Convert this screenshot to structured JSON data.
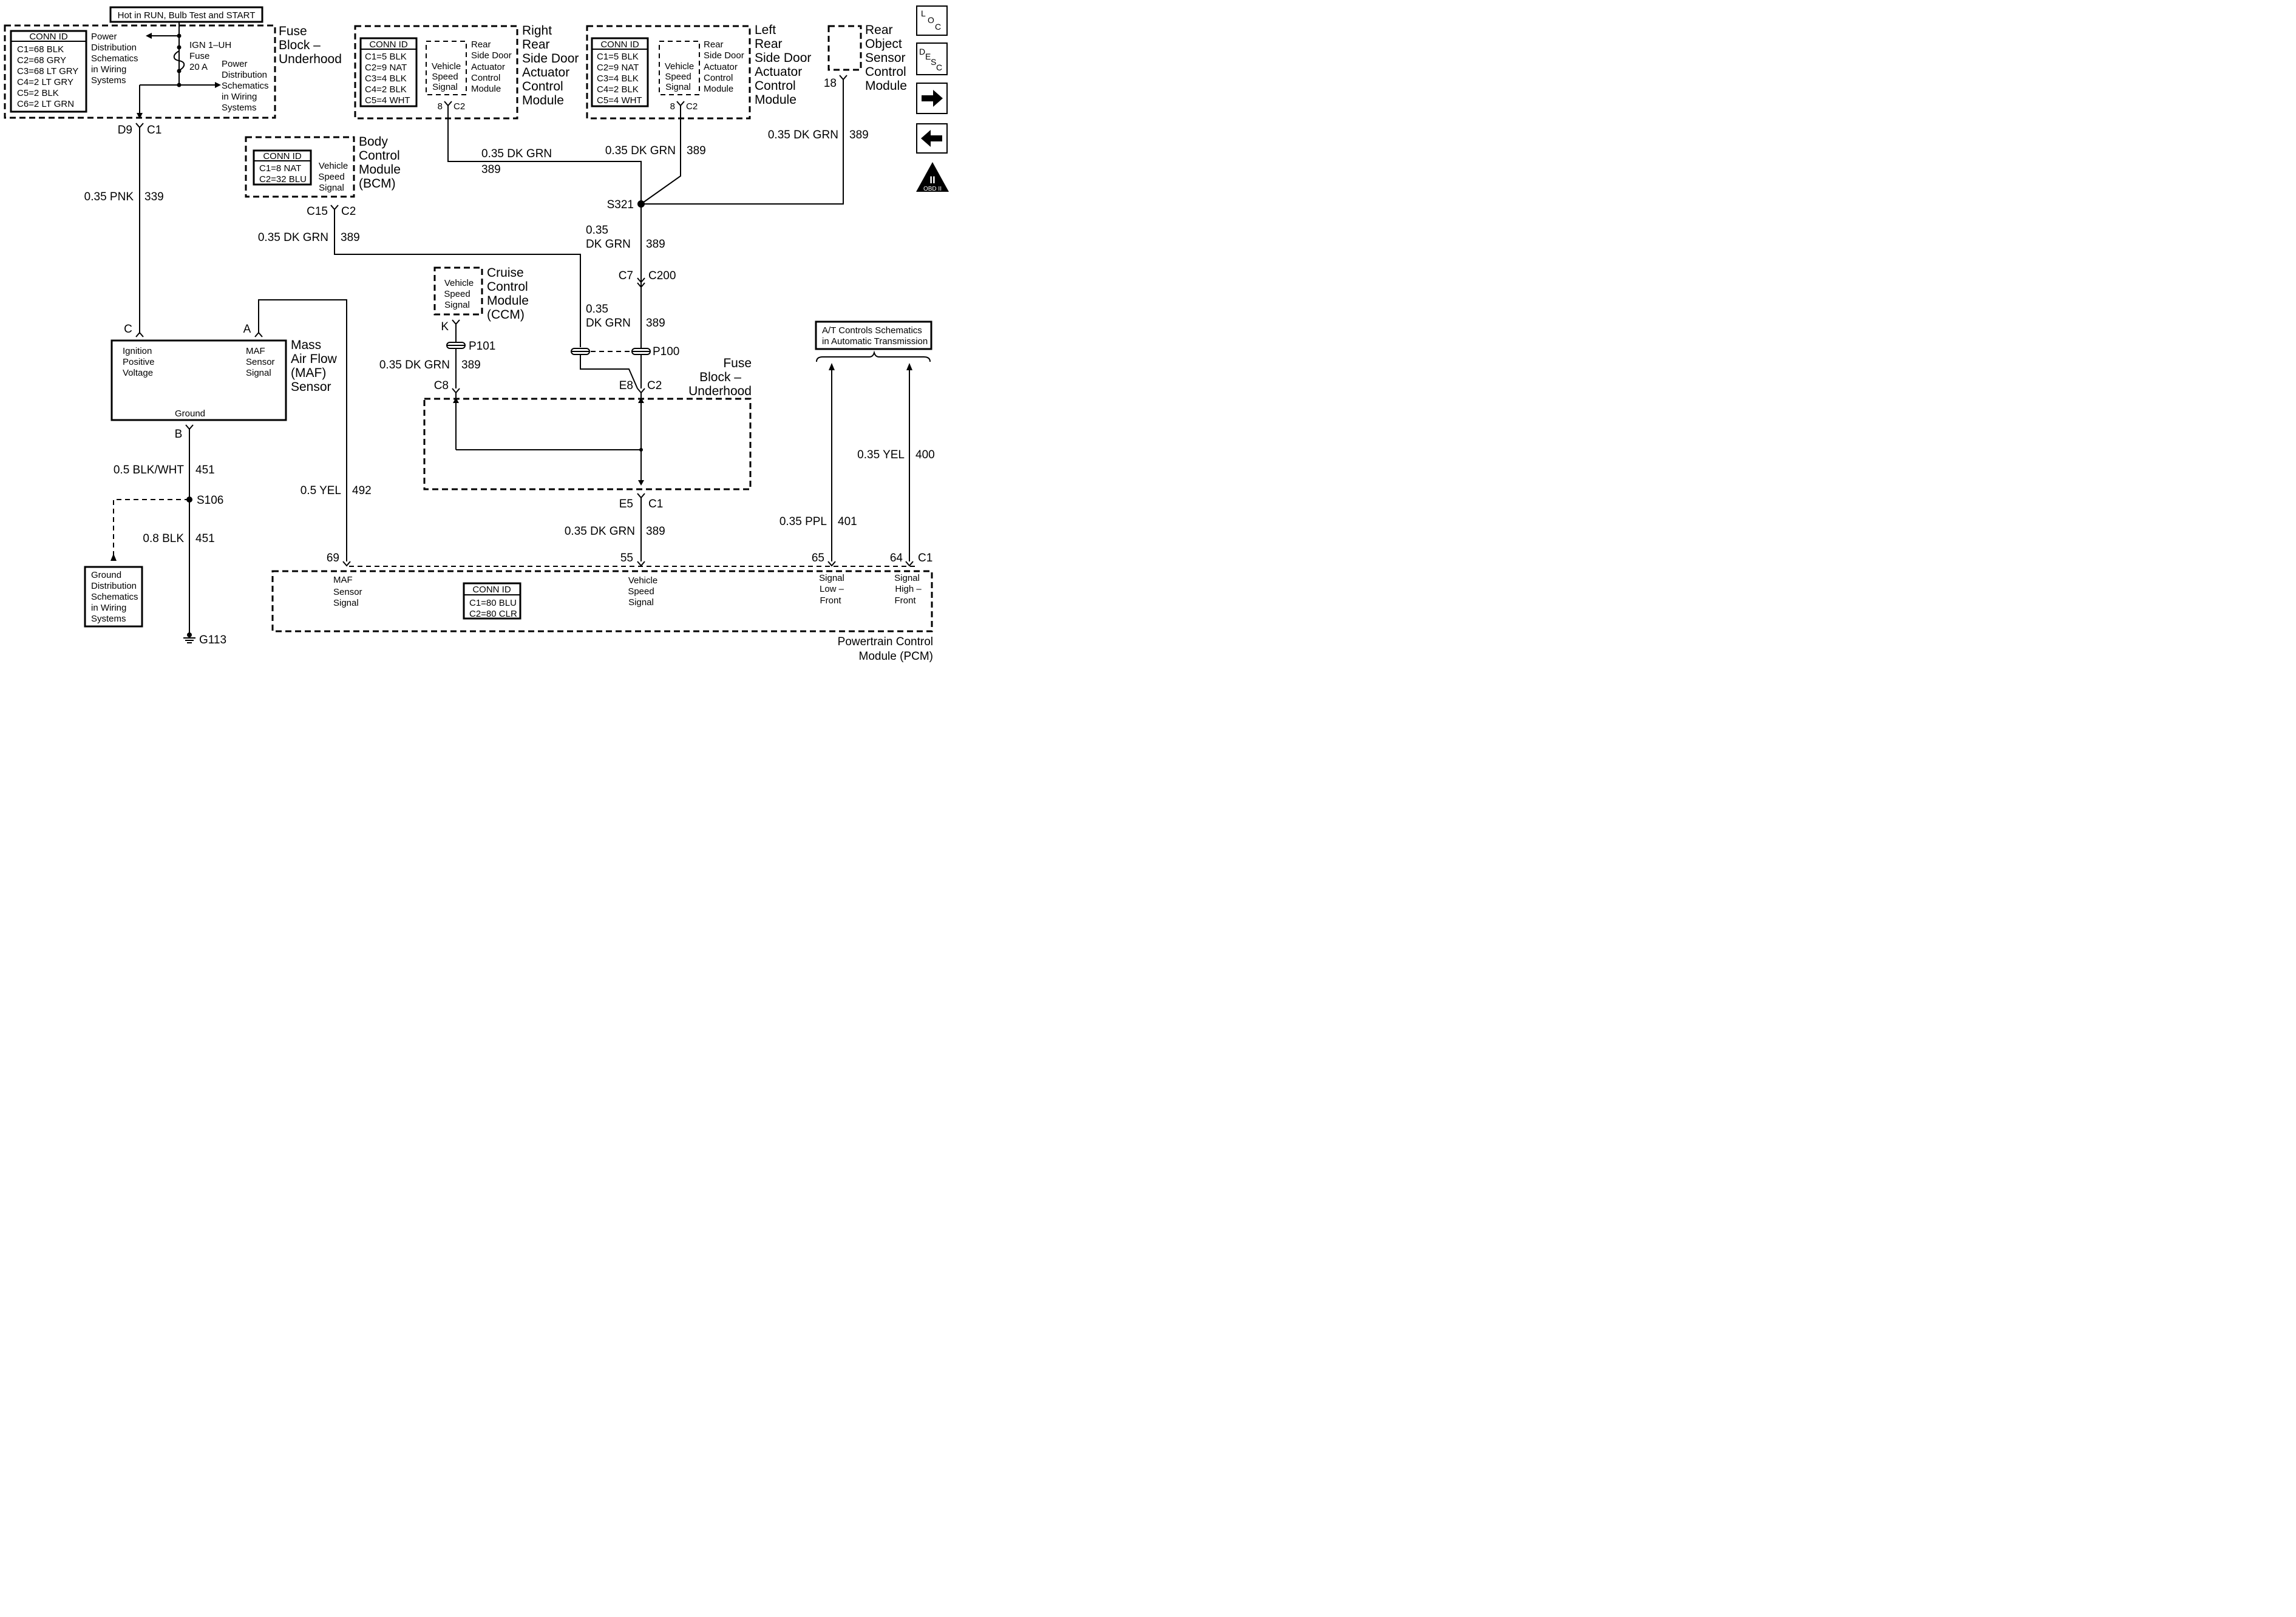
{
  "header": {
    "hot_label": "Hot in RUN, Bulb Test and START"
  },
  "fuse_block_top": {
    "title_1": "Fuse",
    "title_2": "Block –",
    "title_3": "Underhood",
    "conn_header": "CONN ID",
    "conns": [
      "C1=68 BLK",
      "C2=68 GRY",
      "C3=68 LT GRY",
      "C4=2 LT GRY",
      "C5=2 BLK",
      "C6=2 LT GRN"
    ],
    "pd_ref_1": [
      "Power",
      "Distribution",
      "Schematics",
      "in Wiring",
      "Systems"
    ],
    "pd_ref_2": [
      "Power",
      "Distribution",
      "Schematics",
      "in Wiring",
      "Systems"
    ],
    "fuse_label": [
      "IGN 1–UH",
      "Fuse",
      "20 A"
    ],
    "out_pin": "D9",
    "out_conn": "C1"
  },
  "bcm": {
    "title": [
      "Body",
      "Control",
      "Module",
      "(BCM)"
    ],
    "conn_header": "CONN ID",
    "conns": [
      "C1=8 NAT",
      "C2=32 BLU"
    ],
    "signal": [
      "Vehicle",
      "Speed",
      "Signal"
    ],
    "pin": "C15",
    "conn": "C2"
  },
  "right_door": {
    "title": [
      "Right",
      "Rear",
      "Side Door",
      "Actuator",
      "Control",
      "Module"
    ],
    "conn_header": "CONN ID",
    "conns": [
      "C1=5 BLK",
      "C2=9 NAT",
      "C3=4 BLK",
      "C4=2 BLK",
      "C5=4 WHT"
    ],
    "signal": [
      "Vehicle",
      "Speed",
      "Signal"
    ],
    "module_ref": [
      "Rear",
      "Side Door",
      "Actuator",
      "Control",
      "Module"
    ],
    "pin": "8",
    "conn": "C2"
  },
  "left_door": {
    "title": [
      "Left",
      "Rear",
      "Side Door",
      "Actuator",
      "Control",
      "Module"
    ],
    "conn_header": "CONN ID",
    "conns": [
      "C1=5 BLK",
      "C2=9 NAT",
      "C3=4 BLK",
      "C4=2 BLK",
      "C5=4 WHT"
    ],
    "signal": [
      "Vehicle",
      "Speed",
      "Signal"
    ],
    "module_ref": [
      "Rear",
      "Side Door",
      "Actuator",
      "Control",
      "Module"
    ],
    "pin": "8",
    "conn": "C2"
  },
  "rear_object": {
    "title": [
      "Rear",
      "Object",
      "Sensor",
      "Control",
      "Module"
    ],
    "pin": "18"
  },
  "ccm": {
    "title": [
      "Cruise",
      "Control",
      "Module",
      "(CCM)"
    ],
    "signal": [
      "Vehicle",
      "Speed",
      "Signal"
    ],
    "pin": "K"
  },
  "maf": {
    "title": [
      "Mass",
      "Air Flow",
      "(MAF)",
      "Sensor"
    ],
    "pin_c": "C",
    "pin_a": "A",
    "pin_b": "B",
    "ign_label": [
      "Ignition",
      "Positive",
      "Voltage"
    ],
    "sig_label": [
      "MAF",
      "Sensor",
      "Signal"
    ],
    "ground_label": "Ground"
  },
  "fuse_block_mid": {
    "title": [
      "Fuse",
      "Block –",
      "Underhood"
    ],
    "pin_c8": "C8",
    "pin_e8": "E8",
    "conn_c2": "C2",
    "pin_e5": "E5",
    "conn_c1": "C1"
  },
  "splices": {
    "s321": "S321",
    "s106": "S106",
    "p101": "P101",
    "p100": "P100",
    "c7": "C7",
    "c200": "C200"
  },
  "ground": {
    "g113": "G113",
    "ref": [
      "Ground",
      "Distribution",
      "Schematics",
      "in Wiring",
      "Systems"
    ]
  },
  "at_ref": [
    "A/T Controls Schematics",
    "in Automatic Transmission"
  ],
  "pcm": {
    "title_1": "Powertrain Control",
    "title_2": "Module (PCM)",
    "conn_header": "CONN ID",
    "conns": [
      "C1=80 BLU",
      "C2=80 CLR"
    ],
    "maf_sig": [
      "MAF",
      "Sensor",
      "Signal"
    ],
    "vss_sig": [
      "Vehicle",
      "Speed",
      "Signal"
    ],
    "low_sig": [
      "Signal",
      "Low –",
      "Front"
    ],
    "high_sig": [
      "Signal",
      "High –",
      "Front"
    ],
    "pin_69": "69",
    "pin_55": "55",
    "pin_65": "65",
    "pin_64": "64",
    "conn": "C1"
  },
  "wires": {
    "pnk": {
      "gauge": "0.35 PNK",
      "circuit": "339"
    },
    "blkwht": {
      "gauge": "0.5 BLK/WHT",
      "circuit": "451"
    },
    "blk": {
      "gauge": "0.8 BLK",
      "circuit": "451"
    },
    "yel492": {
      "gauge": "0.5 YEL",
      "circuit": "492"
    },
    "bcm_dkgrn": {
      "gauge": "0.35 DK GRN",
      "circuit": "389"
    },
    "rdoor_dkgrn": {
      "gauge": "0.35 DK GRN",
      "circuit": "389"
    },
    "ldoor_dkgrn": {
      "gauge": "0.35 DK GRN",
      "circuit": "389"
    },
    "rear_dkgrn": {
      "gauge": "0.35 DK GRN",
      "circuit": "389"
    },
    "s321_dkgrn": {
      "gauge_1": "0.35",
      "gauge_2": "DK GRN",
      "circuit": "389"
    },
    "c200_dkgrn": {
      "gauge_1": "0.35",
      "gauge_2": "DK GRN",
      "circuit": "389"
    },
    "ccm_dkgrn": {
      "gauge": "0.35 DK GRN",
      "circuit": "389"
    },
    "pcm_dkgrn": {
      "gauge": "0.35 DK GRN",
      "circuit": "389"
    },
    "yel400": {
      "gauge": "0.35 YEL",
      "circuit": "400"
    },
    "ppl401": {
      "gauge": "0.35 PPL",
      "circuit": "401"
    }
  },
  "nav": {
    "loc": [
      "L",
      "O",
      "C"
    ],
    "desc": [
      "D",
      "E",
      "S",
      "C"
    ],
    "obd_mark": "II",
    "obd_label": "OBD II",
    "forward_icon": "arrow-right-icon",
    "back_icon": "arrow-left-icon"
  }
}
